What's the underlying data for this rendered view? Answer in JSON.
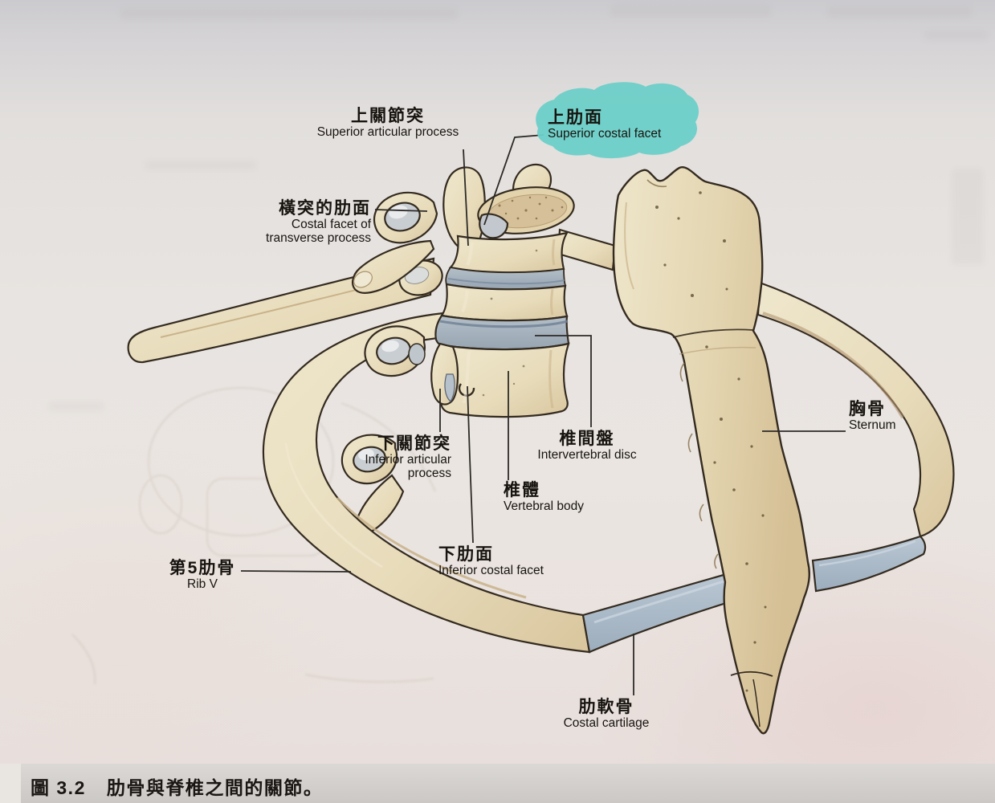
{
  "figure": {
    "caption_prefix": "圖 3.2",
    "caption_text": "肋骨與脊椎之間的關節。"
  },
  "labels": {
    "superior_articular_process": {
      "zh": "上關節突",
      "en": "Superior articular process"
    },
    "superior_costal_facet": {
      "zh": "上肋面",
      "en": "Superior costal facet"
    },
    "costal_facet_of_transverse_process": {
      "zh": "橫突的肋面",
      "en_line1": "Costal facet of",
      "en_line2": "transverse process"
    },
    "inferior_articular_process": {
      "zh": "下關節突",
      "en_line1": "Inferior articular",
      "en_line2": "process"
    },
    "intervertebral_disc": {
      "zh": "椎間盤",
      "en": "Intervertebral disc"
    },
    "vertebral_body": {
      "zh": "椎體",
      "en": "Vertebral body"
    },
    "inferior_costal_facet": {
      "zh": "下肋面",
      "en": "Inferior costal facet"
    },
    "rib_v": {
      "zh": "第5肋骨",
      "en": "Rib V"
    },
    "sternum": {
      "zh": "胸骨",
      "en": "Sternum"
    },
    "costal_cartilage": {
      "zh": "肋軟骨",
      "en": "Costal cartilage"
    }
  },
  "colors": {
    "highlight_teal": "#6ccfc8",
    "bone": "#e9dfc2",
    "bone_shadow": "#d3bf97",
    "outline": "#342b20",
    "intervertebral_disc": "#a3afba",
    "costal_cartilage": "#aebdca",
    "facet_gray": "#c9ced3",
    "label_text": "#17140f",
    "page_background": "#e8e4e1",
    "caption_bar": "#d2cfcc"
  }
}
